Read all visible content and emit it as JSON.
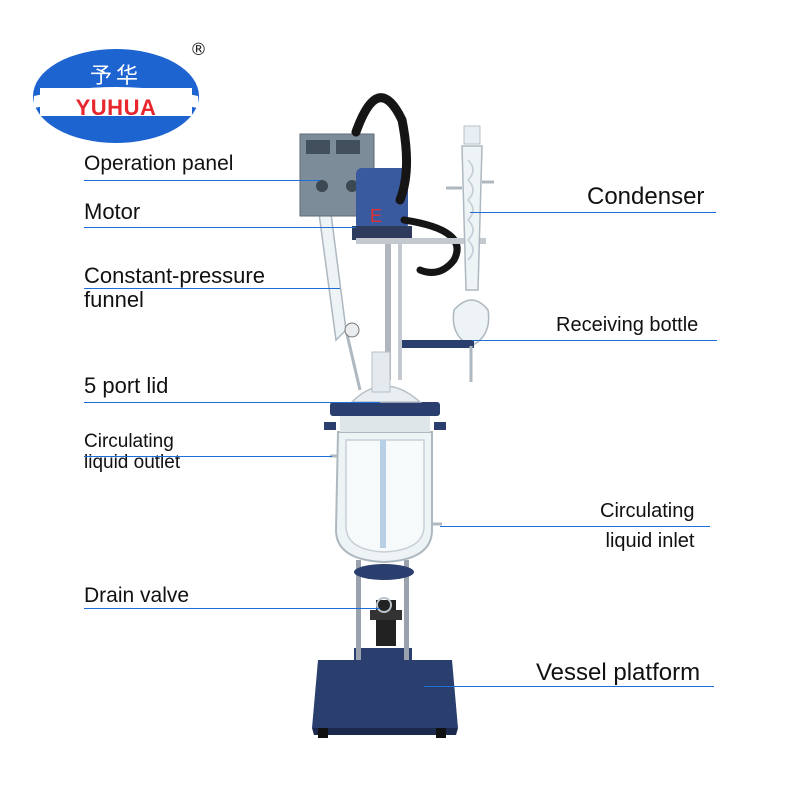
{
  "logo": {
    "brand_cn": "予华",
    "brand_en": "YUHUA",
    "registered_mark": "®"
  },
  "labels": {
    "operation_panel": "Operation panel",
    "motor": "Motor",
    "constant_pressure_funnel_line1": "Constant-pressure",
    "constant_pressure_funnel_line2": "funnel",
    "five_port_lid": "5 port lid",
    "circulating_liquid_outlet_line1": "Circulating",
    "circulating_liquid_outlet_line2": "liquid outlet",
    "drain_valve": "Drain valve",
    "condenser": "Condenser",
    "receiving_bottle": "Receiving bottle",
    "circulating_liquid_inlet_line1": "Circulating",
    "circulating_liquid_inlet_line2": "liquid inlet",
    "vessel_platform": "Vessel platform"
  },
  "colors": {
    "leader_line": "#1d6fd6",
    "logo_blue": "#1e64d0",
    "logo_red": "#e8262d",
    "frame_navy": "#2b3f6e"
  }
}
